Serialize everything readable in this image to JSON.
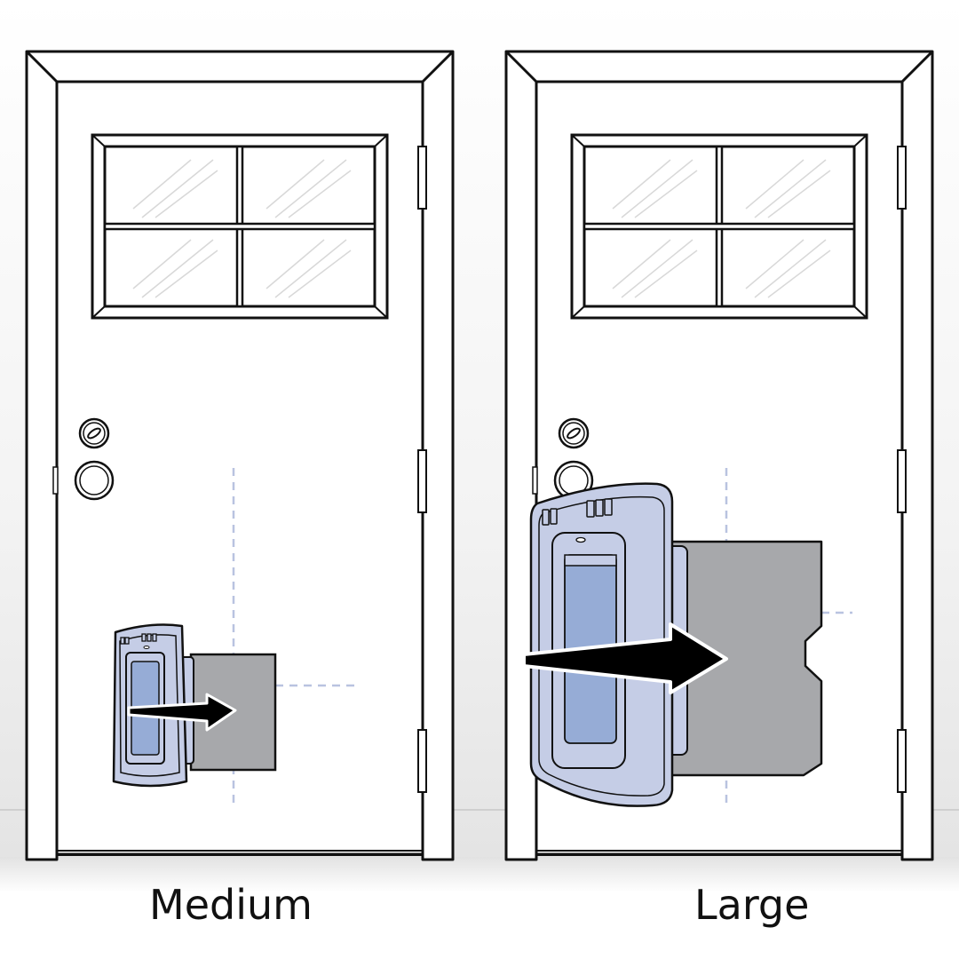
{
  "panels": [
    {
      "label": "Medium",
      "id": "medium"
    },
    {
      "label": "Large",
      "id": "large"
    }
  ],
  "colors": {
    "outline": "#111111",
    "door": "#ffffff",
    "wall": "#f2f2f2",
    "floor_shadow": "#dcdcdc",
    "flap_frame": "#c5cde6",
    "flap_window": "#96acd6",
    "cutout": "#a7a8ab",
    "guide": "#b9c3e0",
    "arrow": "#000000"
  },
  "icons": [
    "door-icon",
    "window-icon",
    "lock-icon",
    "knob-icon",
    "hinge-icon",
    "pet-flap-icon",
    "arrow-icon"
  ]
}
